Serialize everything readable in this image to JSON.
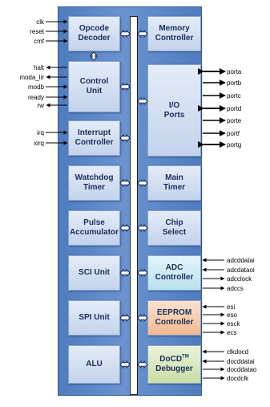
{
  "blocks": {
    "opcode": "Opcode\nDecoder",
    "memory": "Memory\nController",
    "control": "Control\nUnit",
    "io": "I/O\nPorts",
    "interrupt": "Interrupt\nController",
    "watchdog": "Watchdog\nTimer",
    "main_timer": "Main\nTimer",
    "pulse": "Pulse\nAccumulator",
    "chip_select": "Chip\nSelect",
    "sci": "SCI Unit",
    "adc": "ADC\nController",
    "spi": "SPI Unit",
    "eeprom": "EEPROM\nController",
    "alu": "ALU",
    "docd_a": "DoCD",
    "docd_tm": "TM",
    "docd_b": "Debugger"
  },
  "left_signals": {
    "clk": "clk",
    "reset": "reset",
    "cmf": "cmf",
    "halt": "halt",
    "moda_lir": "moda_lir",
    "modb": "modb",
    "ready": "ready",
    "rw": "rw",
    "irq": "irq",
    "xirq": "xirq"
  },
  "right_signals": {
    "porta": "porta",
    "portb": "portb",
    "portc": "portc",
    "portd": "portd",
    "porte": "porte",
    "portf": "portf",
    "portg": "portg",
    "adcddatai": "adcddatai",
    "adcdataoi": "adcdataoi",
    "adcclock": "adcclock",
    "adccs": "adccs",
    "esi": "esi",
    "eso": "eso",
    "esck": "esck",
    "ecs": "ecs",
    "clkdocd": "clkdocd",
    "docddatai": "docddatai",
    "docddatao": "docddatao",
    "docdclk": "docdclk"
  }
}
